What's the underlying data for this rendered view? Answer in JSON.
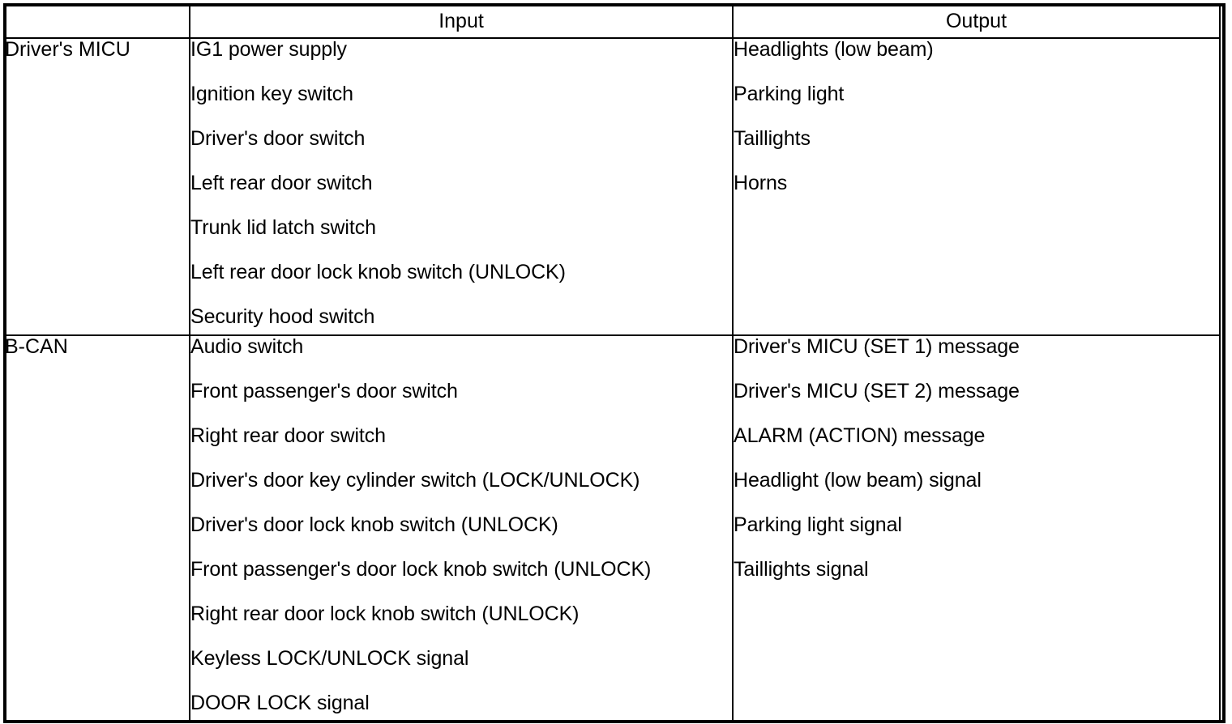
{
  "table": {
    "columns": [
      {
        "key": "system",
        "header": ""
      },
      {
        "key": "input",
        "header": "Input"
      },
      {
        "key": "output",
        "header": "Output"
      }
    ],
    "sections": [
      {
        "system": "Driver's MICU",
        "inputs": [
          "IG1 power supply",
          "Ignition key switch",
          "Driver's door switch",
          "Left rear door switch",
          "Trunk lid latch switch",
          "Left rear door lock knob switch (UNLOCK)",
          "Security hood switch"
        ],
        "outputs": [
          "Headlights (low beam)",
          "Parking light",
          "Taillights",
          "Horns"
        ]
      },
      {
        "system": "B-CAN",
        "inputs": [
          "Audio switch",
          "Front passenger's door switch",
          "Right rear door switch",
          "Driver's door key cylinder switch (LOCK/UNLOCK)",
          "Driver's door lock knob switch (UNLOCK)",
          "Front passenger's door lock knob switch (UNLOCK)",
          "Right rear door lock knob switch (UNLOCK)",
          "Keyless LOCK/UNLOCK signal",
          "DOOR LOCK signal"
        ],
        "outputs": [
          "Driver's MICU (SET 1) message",
          "Driver's MICU (SET 2) message",
          "ALARM (ACTION) message",
          "Headlight (low beam) signal",
          "Parking light signal",
          "Taillights signal"
        ]
      }
    ]
  },
  "colors": {
    "border": "#000000",
    "text": "#000000",
    "background": "#ffffff"
  }
}
